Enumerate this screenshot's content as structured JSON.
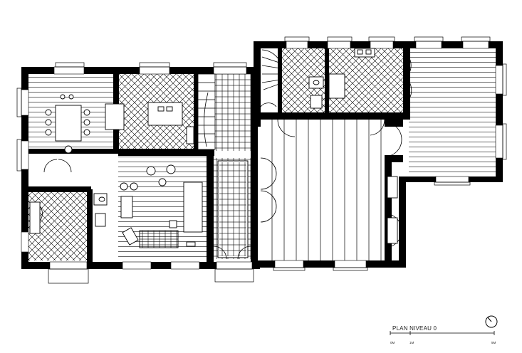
{
  "plan": {
    "title": "PLAN NIVEAU 0",
    "scale_labels": [
      "0M",
      "1M",
      "5M"
    ]
  },
  "colors": {
    "wall": "#000000",
    "line": "#000000",
    "background": "#ffffff"
  },
  "icons": {
    "north": "north-arrow-icon"
  }
}
